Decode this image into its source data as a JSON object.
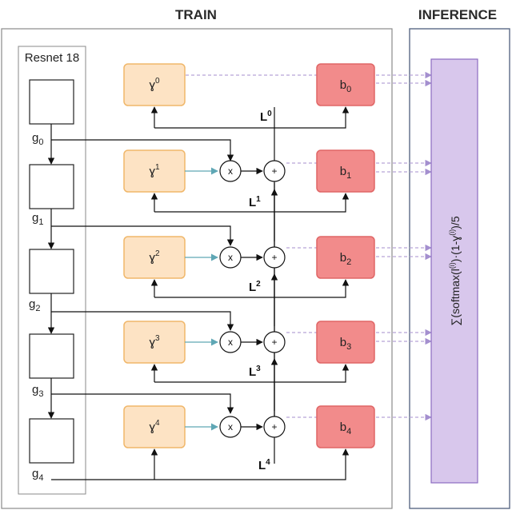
{
  "sections": {
    "train": "TRAIN",
    "inference": "INFERENCE"
  },
  "backbone": {
    "title": "Resnet 18"
  },
  "features": [
    {
      "base": "g",
      "sub": "0"
    },
    {
      "base": "g",
      "sub": "1"
    },
    {
      "base": "g",
      "sub": "2"
    },
    {
      "base": "g",
      "sub": "3"
    },
    {
      "base": "g",
      "sub": "4"
    }
  ],
  "gammas": [
    {
      "base": "ɣ",
      "sup": "0"
    },
    {
      "base": "ɣ",
      "sup": "1"
    },
    {
      "base": "ɣ",
      "sup": "2"
    },
    {
      "base": "ɣ",
      "sup": "3"
    },
    {
      "base": "ɣ",
      "sup": "4"
    }
  ],
  "heads": [
    {
      "base": "b",
      "sub": "0"
    },
    {
      "base": "b",
      "sub": "1"
    },
    {
      "base": "b",
      "sub": "2"
    },
    {
      "base": "b",
      "sub": "3"
    },
    {
      "base": "b",
      "sub": "4"
    }
  ],
  "losses": [
    {
      "base": "L",
      "sup": "0"
    },
    {
      "base": "L",
      "sup": "1"
    },
    {
      "base": "L",
      "sup": "2"
    },
    {
      "base": "L",
      "sup": "3"
    },
    {
      "base": "L",
      "sup": "4"
    }
  ],
  "ops": {
    "multiply": "x",
    "add": "+"
  },
  "inference": {
    "formula": {
      "p1": "∑(softmax(l",
      "s1": "(i)",
      "p2": ")·(1-ɣ",
      "s2": "(i)",
      "p3": ")/5"
    }
  },
  "colors": {
    "gamma_fill": "#fde3c4",
    "gamma_stroke": "#f0b76a",
    "head_fill": "#f28b8b",
    "head_stroke": "#e06666",
    "inference_fill": "#d8c7ec",
    "inference_stroke": "#8b6cc0",
    "dashed": "#b7a4d8",
    "teal": "#5fa7b5"
  }
}
